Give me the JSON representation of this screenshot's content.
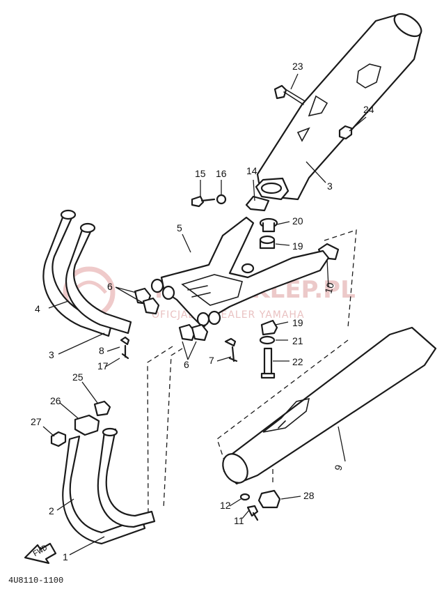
{
  "diagram_code": "4U8110-1100",
  "fwd_label": "FWD",
  "watermark": {
    "main": "MOTOSKLEP.PL",
    "sub": "OFICJALNY DEALER YAMAHA",
    "accent_color": "#e07a7a"
  },
  "callouts": [
    "23",
    "24",
    "3",
    "15",
    "16",
    "14",
    "5",
    "20",
    "19",
    "4",
    "6",
    "10",
    "3",
    "8",
    "17",
    "19",
    "21",
    "6",
    "7",
    "22",
    "25",
    "26",
    "27",
    "2",
    "9",
    "12",
    "28",
    "11",
    "1"
  ]
}
